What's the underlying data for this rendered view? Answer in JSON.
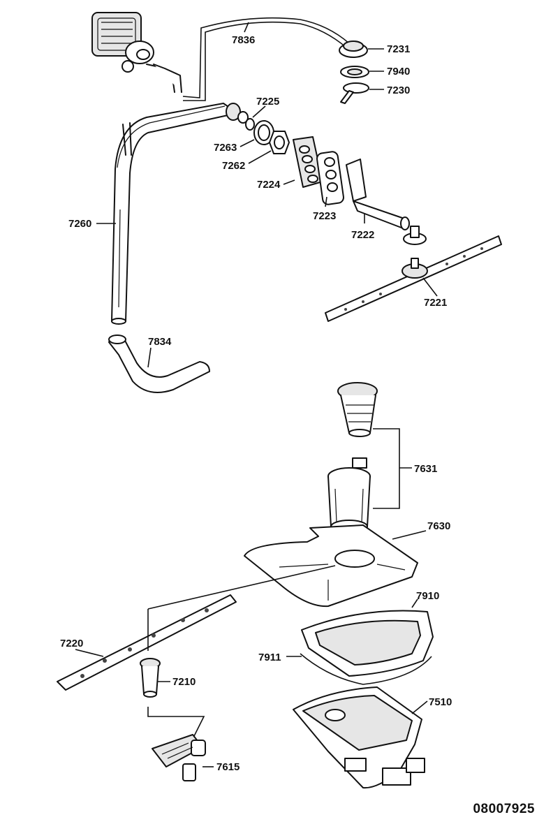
{
  "labels": {
    "p7836": "7836",
    "p7231": "7231",
    "p7940": "7940",
    "p7230": "7230",
    "p7225": "7225",
    "p7263": "7263",
    "p7262": "7262",
    "p7224": "7224",
    "p7223": "7223",
    "p7222": "7222",
    "p7260": "7260",
    "p7221": "7221",
    "p7834": "7834",
    "p7631": "7631",
    "p7630": "7630",
    "p7910": "7910",
    "p7911": "7911",
    "p7220": "7220",
    "p7210": "7210",
    "p7510": "7510",
    "p7615": "7615"
  },
  "document_number": "08007925"
}
